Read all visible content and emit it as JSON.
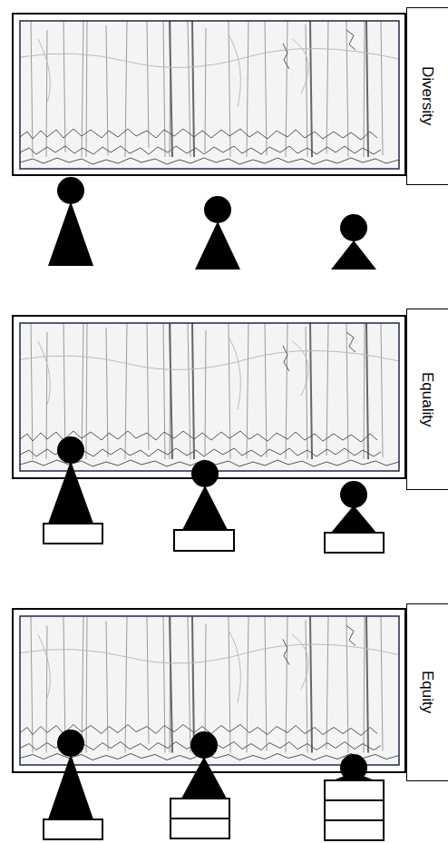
{
  "diagram": {
    "nodes": [
      {
        "text": [
          "Diversity"
        ]
      },
      {
        "text": [
          "Equality"
        ]
      },
      {
        "text": [
          "Equity"
        ]
      }
    ]
  }
}
